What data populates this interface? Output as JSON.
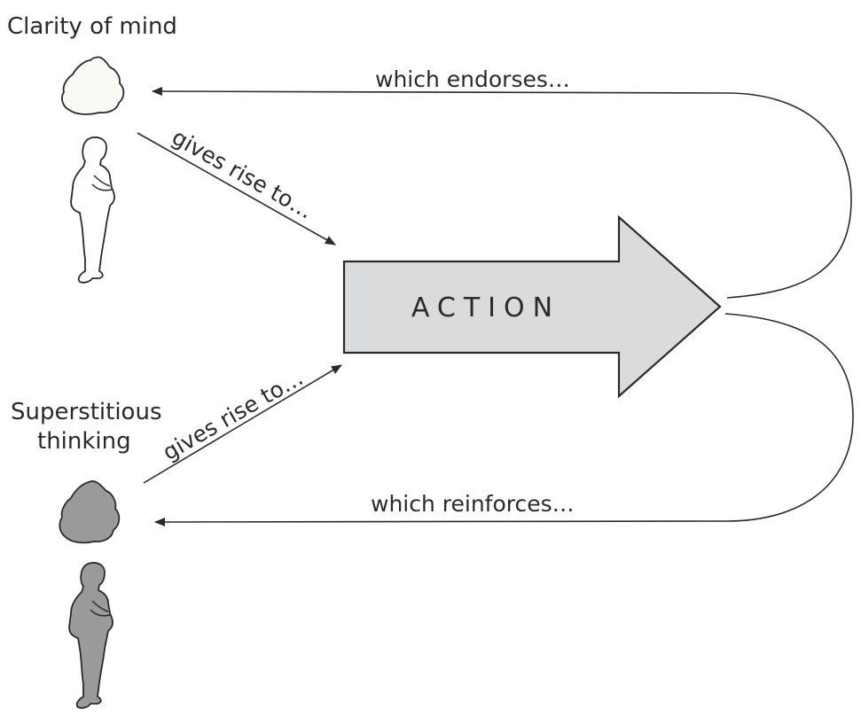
{
  "labels": {
    "clarity": "Clarity of mind",
    "superstitious_line1": "Superstitious",
    "superstitious_line2": "thinking",
    "gives_rise_top": "gives rise to…",
    "gives_rise_bottom": "gives rise to…",
    "which_endorses": "which endorses…",
    "which_reinforces": "which reinforces…",
    "action": "ACTION"
  },
  "colors": {
    "line": "#2a2a2a",
    "action_fill": "#d9dbdc",
    "clarity_thought_fill": "#fafaf5",
    "clarity_person_fill": "#ffffff",
    "superstition_fill": "#9a9a9a"
  }
}
